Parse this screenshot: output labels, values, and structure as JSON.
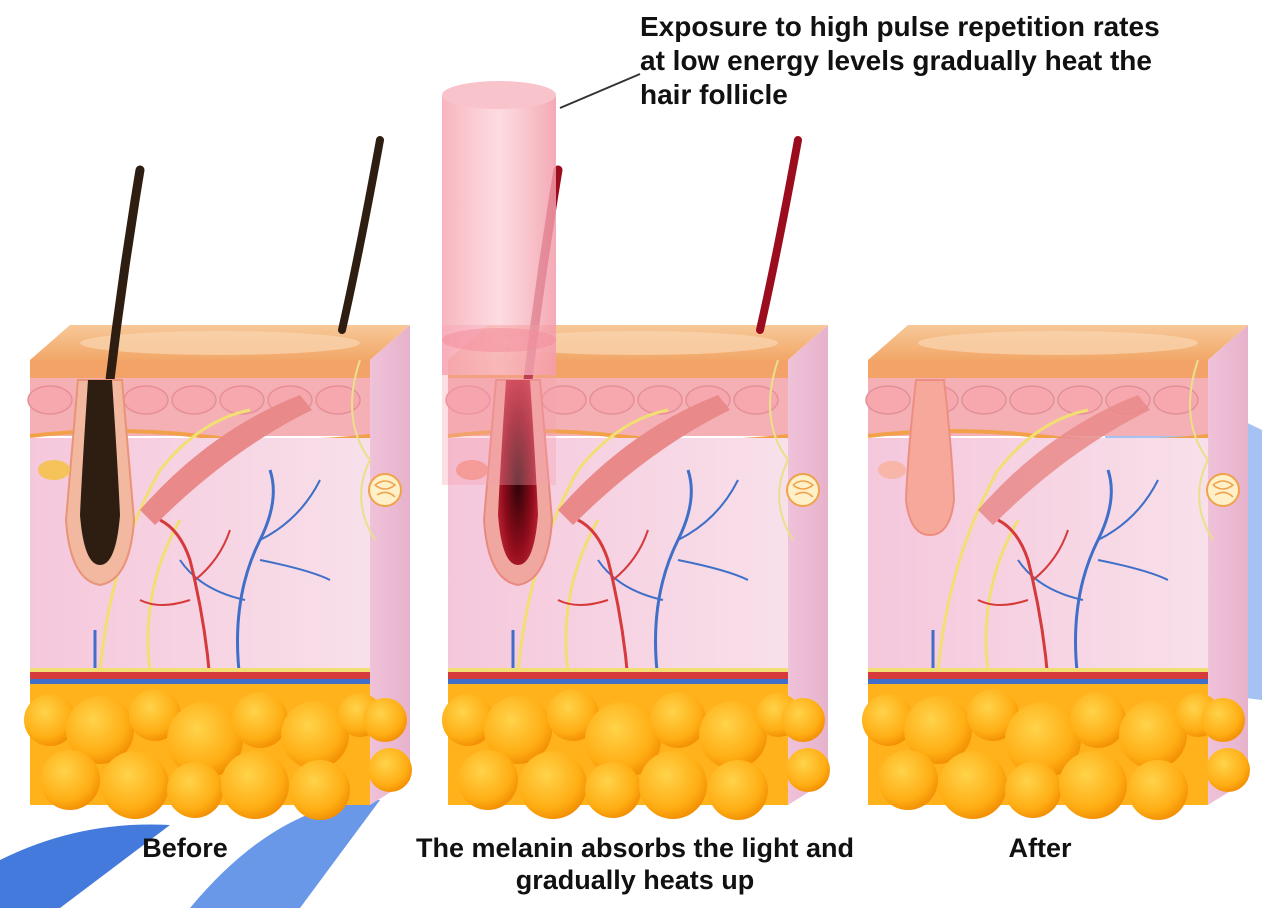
{
  "annotation": {
    "text": "Exposure to high pulse repetition rates at low energy levels gradually heat the hair follicle"
  },
  "panels": [
    {
      "id": "before",
      "caption": "Before"
    },
    {
      "id": "during",
      "caption": "The melanin absorbs the light and gradually heats up"
    },
    {
      "id": "after",
      "caption": "After"
    }
  ],
  "colors": {
    "skin_top": "#f5b278",
    "epidermis": "#f4b0b4",
    "dermis": "#f6d3e3",
    "fat": "#ffb21c",
    "fat_shadow": "#f08a00",
    "hair_dark": "#2e1e12",
    "hair_heated": "#9b0d1e",
    "laser_beam": "#f49aa8",
    "vein": "#3f6fc8",
    "artery": "#d63a3a",
    "nerve": "#f1df74",
    "watermark": "#2f6bd8"
  }
}
